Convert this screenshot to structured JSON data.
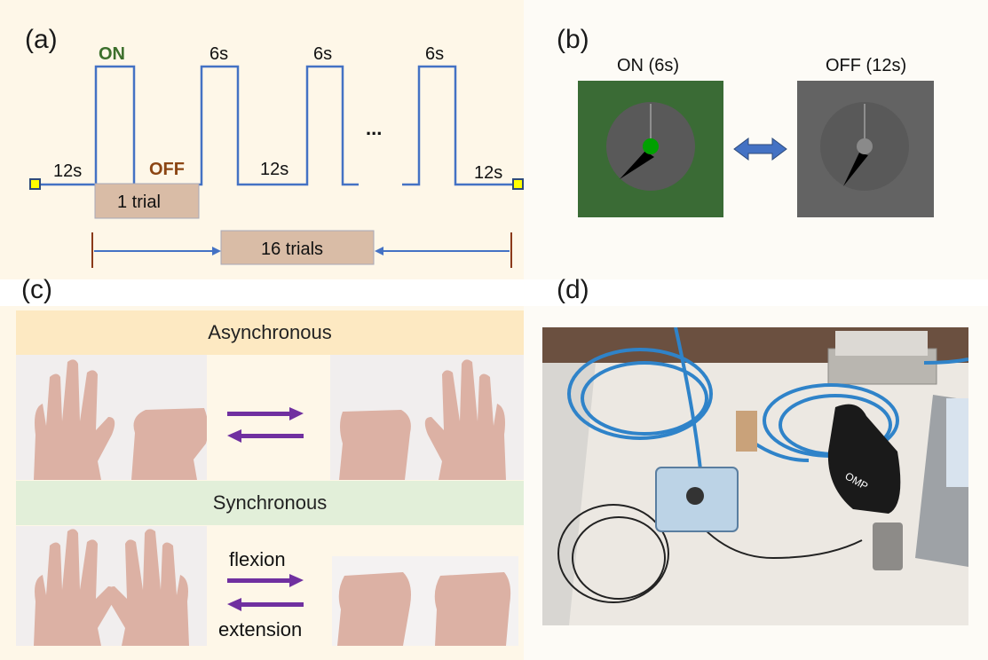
{
  "panels": {
    "a": {
      "label": "(a)"
    },
    "b": {
      "label": "(b)"
    },
    "c": {
      "label": "(c)"
    },
    "d": {
      "label": "(d)"
    }
  },
  "timeline": {
    "on_label": "ON",
    "off_label": "OFF",
    "first_off": "12s",
    "second_off": "12s",
    "last_off": "12s",
    "on_durations": [
      "6s",
      "6s",
      "6s"
    ],
    "ellipsis": "...",
    "one_trial": "1 trial",
    "sixteen_trials": "16 trials",
    "colors": {
      "on": "#3c6f2c",
      "off": "#7b3f12",
      "wave": "#4472c4",
      "box": "#d9bca6",
      "marker": "#ffff00",
      "bar": "#8b3a1a"
    }
  },
  "stimulus": {
    "on_title": "ON (6s)",
    "off_title": "OFF (12s)",
    "on_bg": "#3a6b35",
    "off_bg": "#636363",
    "arrow_color": "#4472c4"
  },
  "hands": {
    "async_title": "Asynchronous",
    "sync_title": "Synchronous",
    "flexion": "flexion",
    "extension": "extension",
    "async_band_color": "#fde9c2",
    "sync_band_color": "#e2efd9",
    "arrow_color": "#7030a0"
  },
  "photo": {
    "glove_logo": "OMP"
  }
}
